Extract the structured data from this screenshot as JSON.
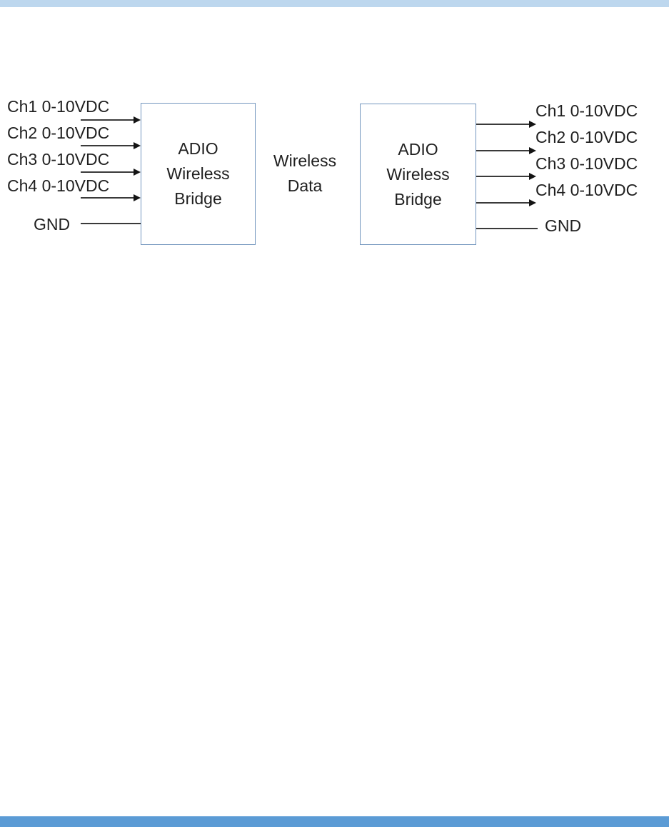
{
  "page": {
    "background": "#FFFFFF",
    "accent": {
      "top_bar_color": "#BDD7EE",
      "bottom_bar_color": "#5B9BD5"
    }
  },
  "diagram": {
    "colors": {
      "box_border": "#7396BE",
      "connector_line": "#3A3A3A",
      "arrowhead": "#141414",
      "text": "#1F1F1F"
    },
    "left_device": {
      "title_lines": [
        "ADIO",
        "Wireless",
        "Bridge"
      ]
    },
    "right_device": {
      "title_lines": [
        "ADIO",
        "Wireless",
        "Bridge"
      ]
    },
    "link_label": {
      "lines": [
        "Wireless",
        "Data"
      ]
    },
    "left_inputs": [
      "Ch1 0-10VDC",
      "Ch2 0-10VDC",
      "Ch3 0-10VDC",
      "Ch4 0-10VDC"
    ],
    "left_ground_label": "GND",
    "right_outputs": [
      "Ch1 0-10VDC",
      "Ch2 0-10VDC",
      "Ch3 0-10VDC",
      "Ch4 0-10VDC"
    ],
    "right_ground_label": "GND"
  }
}
